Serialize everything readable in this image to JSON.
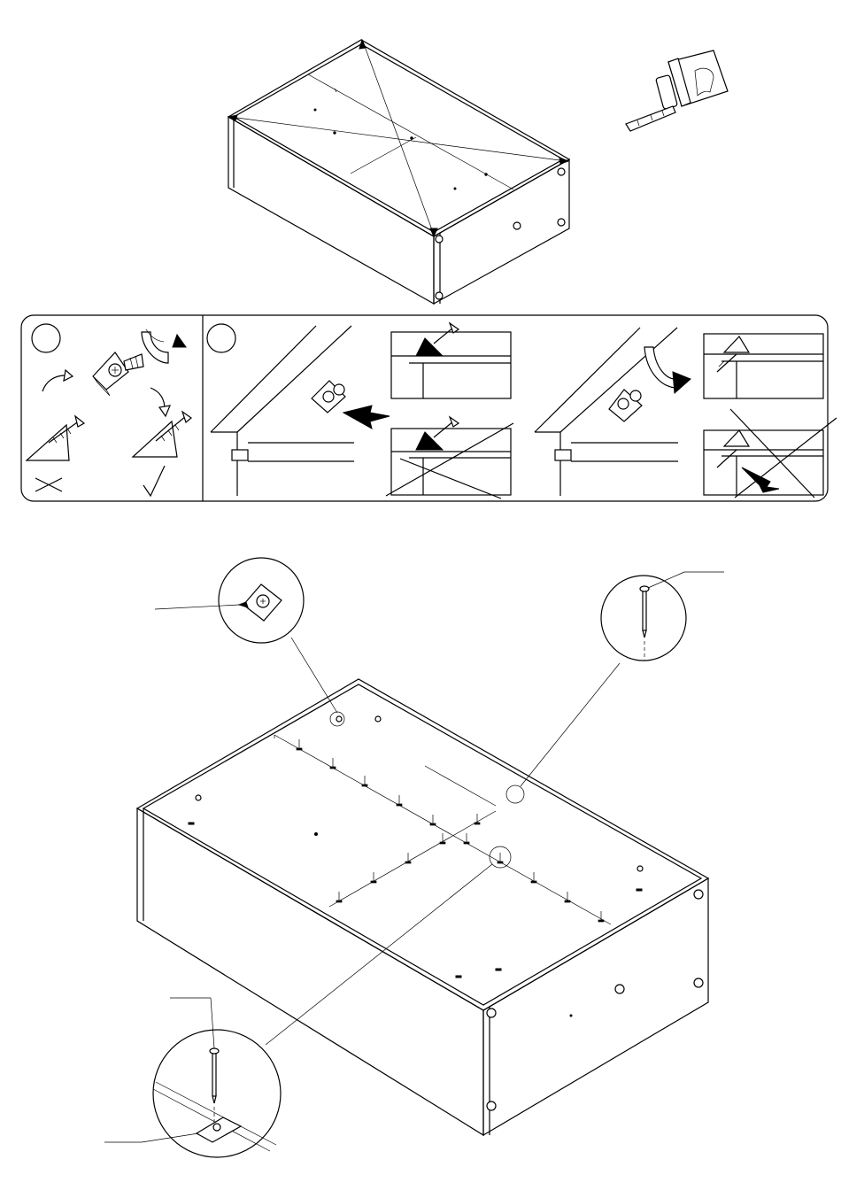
{
  "figure": {
    "step_panel": {
      "markers": [
        {
          "name": "step-marker-1",
          "text": ""
        },
        {
          "name": "step-marker-2",
          "text": ""
        }
      ]
    },
    "callouts": [
      {
        "name": "callout-cam-fitting",
        "text": ""
      },
      {
        "name": "callout-nail",
        "text": ""
      },
      {
        "name": "callout-nail-and-plate",
        "text": ""
      }
    ],
    "colors": {
      "line": "#000000",
      "background": "#ffffff"
    },
    "icons": [
      "tape-measure-icon",
      "screw-icon",
      "corner-block-icon",
      "rotation-arrow-icon",
      "push-arrow-icon",
      "nail-icon",
      "plate-icon",
      "cross-mark-icon",
      "check-mark-icon"
    ]
  }
}
